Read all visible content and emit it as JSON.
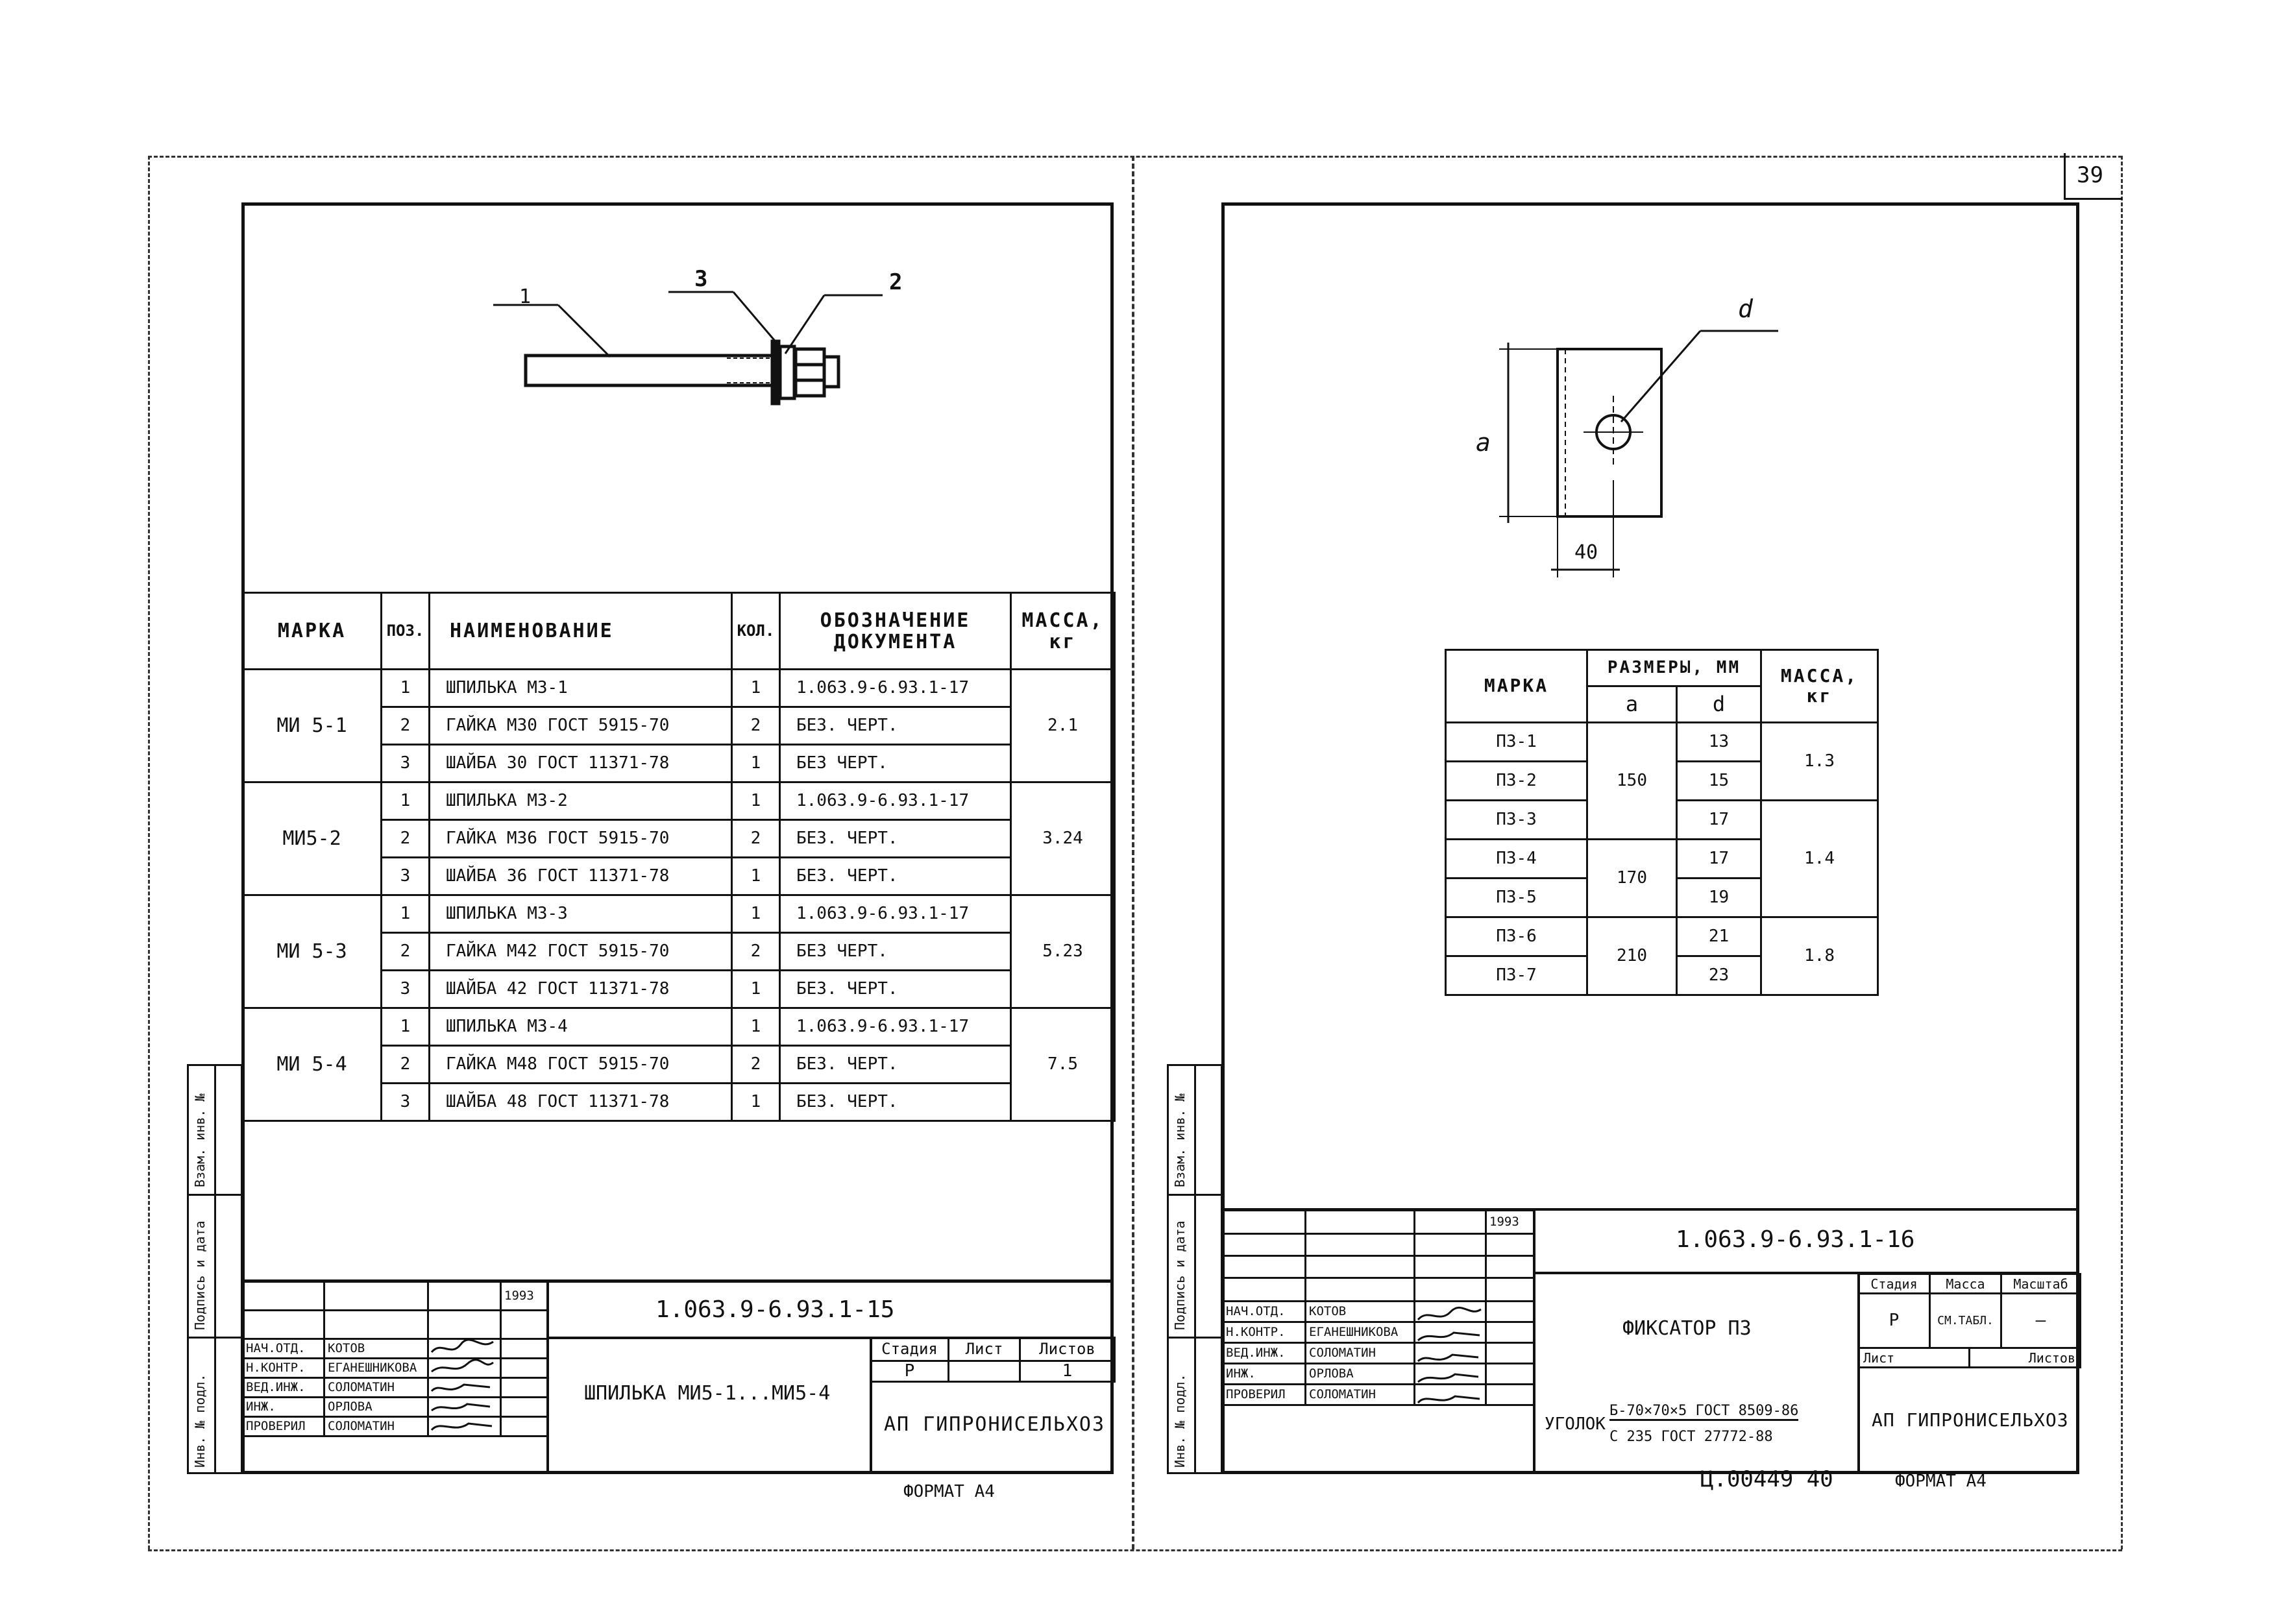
{
  "page_number": "39",
  "left_sheet": {
    "drawing_callouts": [
      "1",
      "3",
      "2"
    ],
    "table": {
      "headers": {
        "mark": "МАРКА",
        "pos": "ПОЗ.",
        "name": "НАИМЕНОВАНИЕ",
        "qty": "КОЛ.",
        "doc": "ОБОЗНАЧЕНИЕ ДОКУМЕНТА",
        "mass": "МАССА, кг"
      },
      "groups": [
        {
          "mark": "МИ 5-1",
          "mass": "2.1",
          "rows": [
            {
              "pos": "1",
              "name": "ШПИЛЬКА МЗ-1",
              "qty": "1",
              "doc": "1.063.9-6.93.1-17"
            },
            {
              "pos": "2",
              "name": "ГАЙКА М30 ГОСТ 5915-70",
              "qty": "2",
              "doc": "БЕЗ. ЧЕРТ."
            },
            {
              "pos": "3",
              "name": "ШАЙБА 30 ГОСТ 11371-78",
              "qty": "1",
              "doc": "БЕЗ ЧЕРТ."
            }
          ]
        },
        {
          "mark": "МИ5-2",
          "mass": "3.24",
          "rows": [
            {
              "pos": "1",
              "name": "ШПИЛЬКА МЗ-2",
              "qty": "1",
              "doc": "1.063.9-6.93.1-17"
            },
            {
              "pos": "2",
              "name": "ГАЙКА М36 ГОСТ 5915-70",
              "qty": "2",
              "doc": "БЕЗ. ЧЕРТ."
            },
            {
              "pos": "3",
              "name": "ШАЙБА 36 ГОСТ 11371-78",
              "qty": "1",
              "doc": "БЕЗ. ЧЕРТ."
            }
          ]
        },
        {
          "mark": "МИ 5-3",
          "mass": "5.23",
          "rows": [
            {
              "pos": "1",
              "name": "ШПИЛЬКА МЗ-3",
              "qty": "1",
              "doc": "1.063.9-6.93.1-17"
            },
            {
              "pos": "2",
              "name": "ГАЙКА М42 ГОСТ 5915-70",
              "qty": "2",
              "doc": "БЕЗ ЧЕРТ."
            },
            {
              "pos": "3",
              "name": "ШАЙБА 42 ГОСТ 11371-78",
              "qty": "1",
              "doc": "БЕЗ. ЧЕРТ."
            }
          ]
        },
        {
          "mark": "МИ 5-4",
          "mass": "7.5",
          "rows": [
            {
              "pos": "1",
              "name": "ШПИЛЬКА МЗ-4",
              "qty": "1",
              "doc": "1.063.9-6.93.1-17"
            },
            {
              "pos": "2",
              "name": "ГАЙКА М48 ГОСТ 5915-70",
              "qty": "2",
              "doc": "БЕЗ. ЧЕРТ."
            },
            {
              "pos": "3",
              "name": "ШАЙБА 48 ГОСТ 11371-78",
              "qty": "1",
              "doc": "БЕЗ. ЧЕРТ."
            }
          ]
        }
      ]
    },
    "side_labels": [
      "Взам. инв. №",
      "Подпись и дата",
      "Инв. № подл."
    ],
    "title_block": {
      "year": "1993",
      "designation": "1.063.9-6.93.1-15",
      "roles": [
        "НАЧ.ОТД.",
        "Н.КОНТР.",
        "ВЕД.ИНЖ.",
        "ИНЖ.",
        "ПРОВЕРИЛ"
      ],
      "names": [
        "КОТОВ",
        "ЕГАНЕШНИКОВА",
        "СОЛОМАТИН",
        "ОРЛОВА",
        "СОЛОМАТИН"
      ],
      "title": "ШПИЛЬКА МИ5-1...МИ5-4",
      "stage_label": "Стадия",
      "sheet_label": "Лист",
      "sheets_label": "Листов",
      "stage": "Р",
      "sheet": "1",
      "org": "АП ГИПРОНИСЕЛЬХОЗ"
    },
    "format": "ФОРМАТ А4"
  },
  "right_sheet": {
    "dim_labels": {
      "d": "d",
      "a": "a",
      "width": "40"
    },
    "table": {
      "headers": {
        "mark": "МАРКА",
        "sizes": "РАЗМЕРЫ, ММ",
        "a": "a",
        "d": "d",
        "mass": "МАССА, кг"
      },
      "rows": [
        {
          "mark": "ПЗ-1",
          "d": "13"
        },
        {
          "mark": "ПЗ-2",
          "d": "15"
        },
        {
          "mark": "ПЗ-3",
          "d": "17"
        },
        {
          "mark": "ПЗ-4",
          "d": "17"
        },
        {
          "mark": "ПЗ-5",
          "d": "19"
        },
        {
          "mark": "ПЗ-6",
          "d": "21"
        },
        {
          "mark": "ПЗ-7",
          "d": "23"
        }
      ],
      "a_groups": [
        "150",
        "170",
        "210"
      ],
      "mass_groups": [
        "1.3",
        "1.4",
        "1.8"
      ]
    },
    "side_labels": [
      "Взам. инв. №",
      "Подпись и дата",
      "Инв. № подл."
    ],
    "title_block": {
      "year": "1993",
      "designation": "1.063.9-6.93.1-16",
      "roles": [
        "НАЧ.ОТД.",
        "Н.КОНТР.",
        "ВЕД.ИНЖ.",
        "ИНЖ.",
        "ПРОВЕРИЛ"
      ],
      "names": [
        "КОТОВ",
        "ЕГАНЕШНИКОВА",
        "СОЛОМАТИН",
        "ОРЛОВА",
        "СОЛОМАТИН"
      ],
      "title": "ФИКСАТОР ПЗ",
      "stage_label": "Стадия",
      "mass_label": "Масса",
      "scale_label": "Масштаб",
      "stage": "Р",
      "mass": "СМ.ТАБЛ.",
      "scale": "—",
      "sheet_label": "Лист",
      "sheets_label": "Листов",
      "material_label": "УГОЛОК",
      "material_top": "Б-70×70×5 ГОСТ 8509-86",
      "material_bottom": "С 235 ГОСТ 27772-88",
      "org": "АП ГИПРОНИСЕЛЬХОЗ"
    },
    "footer_code": "Ц.00449 40",
    "format": "ФОРМАТ А4"
  }
}
